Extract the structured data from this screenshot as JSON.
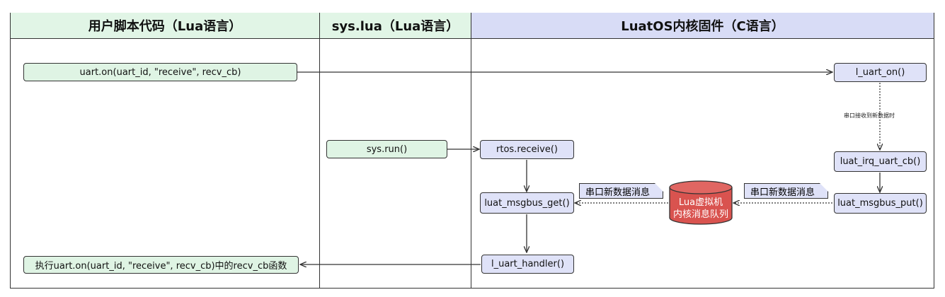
{
  "lanes": {
    "user": "用户脚本代码（Lua语言）",
    "sys": "sys.lua（Lua语言）",
    "kernel": "LuatOS内核固件（C语言）"
  },
  "nodes": {
    "uart_on": "uart.on(uart_id, \"receive\", recv_cb)",
    "exec_cb": "执行uart.on(uart_id, \"receive\", recv_cb)中的recv_cb函数",
    "sys_run": "sys.run()",
    "rtos_receive": "rtos.receive()",
    "msgbus_get": "luat_msgbus_get()",
    "uart_handler": "l_uart_handler()",
    "l_uart_on": "l_uart_on()",
    "irq_cb": "luat_irq_uart_cb()",
    "msgbus_put": "luat_msgbus_put()",
    "vm_queue_line1": "Lua虚拟机",
    "vm_queue_line2": "内核消息队列"
  },
  "notes": {
    "left": "串口新数据消息",
    "right": "串口新数据消息"
  },
  "edge_labels": {
    "uart_rx": "串口接收到新数据时"
  },
  "colors": {
    "green_fill": "#dff4e4",
    "blue_fill": "#dfe2f8",
    "queue_fill": "#d9534f"
  }
}
